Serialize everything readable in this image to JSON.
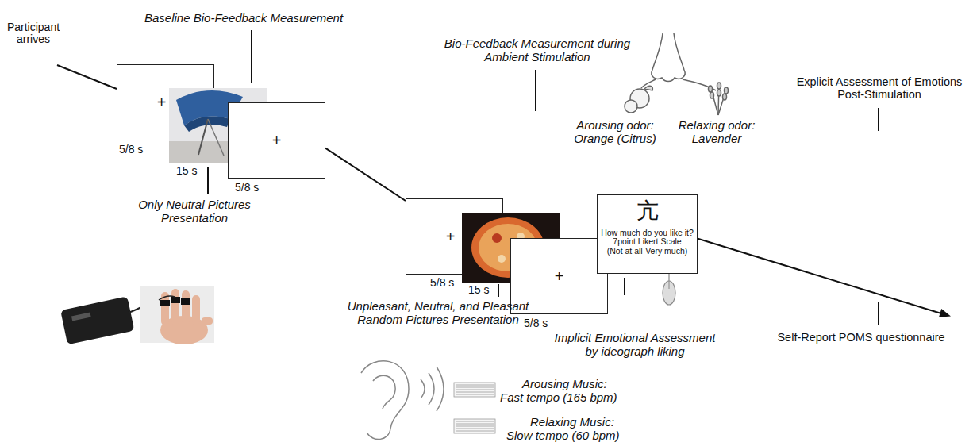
{
  "diagram": {
    "nodes": [
      {
        "text": [
          "+"
        ]
      },
      {
        "text": [
          "+"
        ]
      },
      {
        "text": [
          "+"
        ]
      },
      {
        "text": [
          "+"
        ]
      },
      {
        "text": [
          "亢",
          "How much do you like it?",
          "7point Likert Scale",
          "(Not at all-Very much)"
        ]
      }
    ],
    "edges": [
      {
        "from": 1,
        "to": 2,
        "arrow": "none"
      }
    ],
    "labels": [
      "Participant arrives",
      "Baseline Bio-Feedback Measurement",
      "5/8 s",
      "15 s",
      "5/8 s",
      "Only Neutral Pictures Presentation",
      "Bio-Feedback Measurement during Ambient Stimulation",
      "Arousing odor: Orange (Citrus)",
      "Relaxing odor: Lavender",
      "5/8 s",
      "15 s",
      "5/8 s",
      "Unpleasant, Neutral, and Pleasant Random Pictures Presentation",
      "Implicit Emotional Assessment by ideograph liking",
      "Arousing Music:",
      "Fast tempo (165 bpm)",
      "Relaxing Music:",
      "Slow tempo (60 bpm)",
      "Explicit Assessment of Emotions Post-Stimulation",
      "Self-Report POMS questionnaire"
    ]
  }
}
